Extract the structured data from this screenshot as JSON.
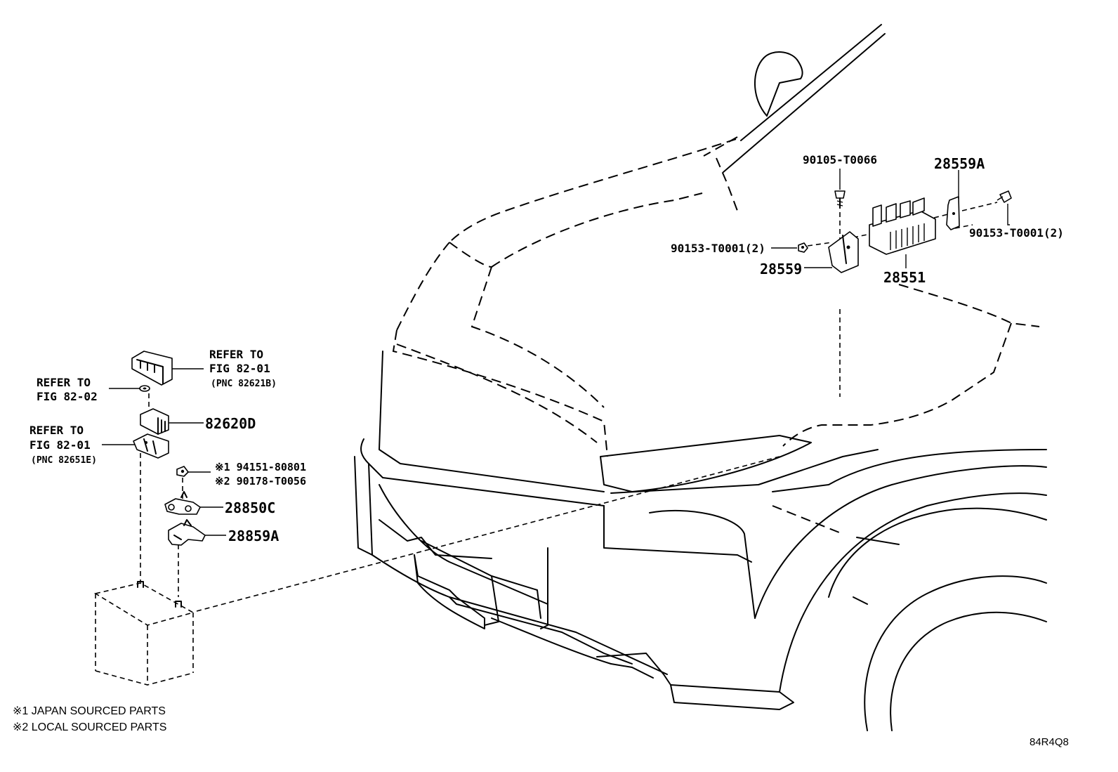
{
  "parts": {
    "p90105": "90105-T0066",
    "p28559A": "28559A",
    "p90153_left": "90153-T0001(2)",
    "p90153_right": "90153-T0001(2)",
    "p28559": "28559",
    "p28551": "28551",
    "p82620D": "82620D",
    "p28850C": "28850C",
    "p28859A": "28859A",
    "p94151": "※1 94151-80801",
    "p90178": "※2 90178-T0056"
  },
  "refs": {
    "ref1": {
      "l1": "REFER TO",
      "l2": "FIG 82-01",
      "l3": "(PNC 82621B)"
    },
    "ref2": {
      "l1": "REFER TO",
      "l2": "FIG 82-02"
    },
    "ref3": {
      "l1": "REFER TO",
      "l2": "FIG 82-01",
      "l3": "(PNC 82651E)"
    }
  },
  "notes": {
    "n1": "※1 JAPAN SOURCED PARTS",
    "n2": "※2 LOCAL SOURCED PARTS"
  },
  "figure_id": "84R4Q8"
}
